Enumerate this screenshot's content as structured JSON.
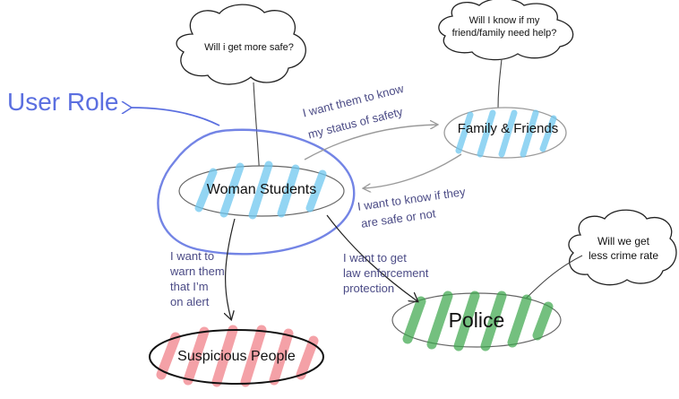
{
  "user_role_label": "User Role",
  "nodes": {
    "woman_students": "Woman Students",
    "family_friends": "Family & Friends",
    "police": "Police",
    "suspicious_people": "Suspicious People"
  },
  "thoughts": {
    "woman_students": "Will i get more safe?",
    "family_friends_line1": "Will I know if my",
    "family_friends_line2": "friend/family need help?",
    "police_line1": "Will we get",
    "police_line2": "less crime rate"
  },
  "edge_labels": {
    "to_family_line1": "I want them to know",
    "to_family_line2": "my status of safety",
    "from_family_line1": "I want to know if they",
    "from_family_line2": "are safe or not",
    "to_suspicious_line1": "I want to",
    "to_suspicious_line2": "warn them",
    "to_suspicious_line3": "that I’m",
    "to_suspicious_line4": "on alert",
    "to_police_line1": "I want to get",
    "to_police_line2": "law enforcement",
    "to_police_line3": "protection"
  },
  "colors": {
    "user_role": "#5b6fe0",
    "edge_label": "#4b4b86",
    "hatch_blue": "#6fc8f0",
    "hatch_green": "#3aa64a",
    "hatch_red": "#f07a82"
  }
}
